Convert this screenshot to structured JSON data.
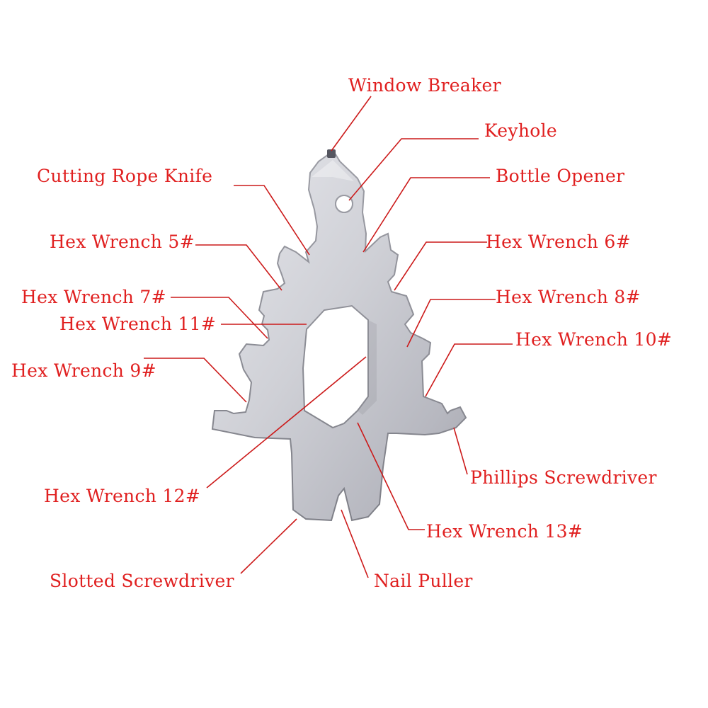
{
  "colors": {
    "label": "#e02020",
    "leader": "#cc1a1a",
    "tool_light": "#dcdde3",
    "tool_mid": "#b9bac2",
    "tool_dark": "#8d8e96",
    "background": "#ffffff"
  },
  "labels": {
    "window_breaker": "Window Breaker",
    "keyhole": "Keyhole",
    "cutting_rope_knife": "Cutting Rope Knife",
    "bottle_opener": "Bottle Opener",
    "hex_wrench_5": "Hex Wrench 5#",
    "hex_wrench_6": "Hex Wrench 6#",
    "hex_wrench_7": "Hex Wrench 7#",
    "hex_wrench_8": "Hex Wrench 8#",
    "hex_wrench_11": "Hex Wrench 11#",
    "hex_wrench_10": "Hex Wrench 10#",
    "hex_wrench_9": "Hex Wrench 9#",
    "hex_wrench_12": "Hex Wrench 12#",
    "phillips_screwdriver": "Phillips Screwdriver",
    "hex_wrench_13": "Hex Wrench 13#",
    "slotted_screwdriver": "Slotted Screwdriver",
    "nail_puller": "Nail Puller"
  }
}
